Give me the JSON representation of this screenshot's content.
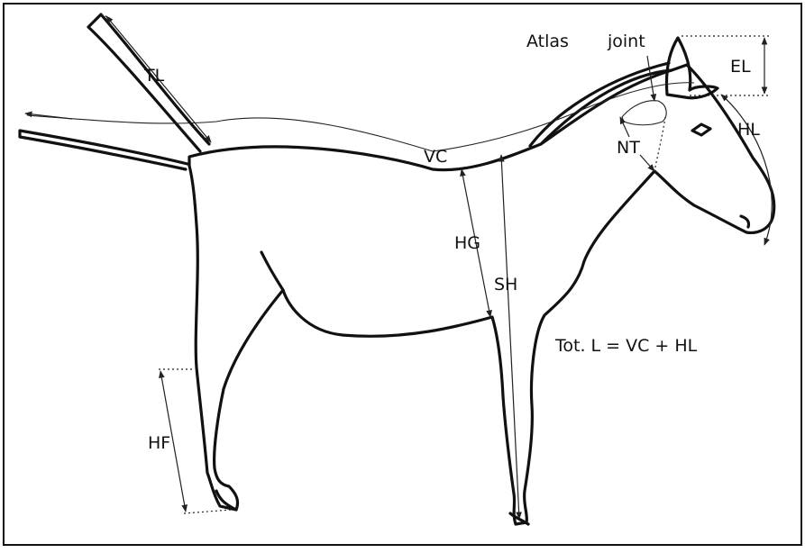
{
  "labels": {
    "tl": "TL",
    "vc": "VC",
    "atlas": "Atlas",
    "joint": "joint",
    "el": "EL",
    "hl": "HL",
    "nt": "NT",
    "hg": "HG",
    "sh": "SH",
    "hf": "HF",
    "formula": "Tot. L = VC + HL"
  }
}
